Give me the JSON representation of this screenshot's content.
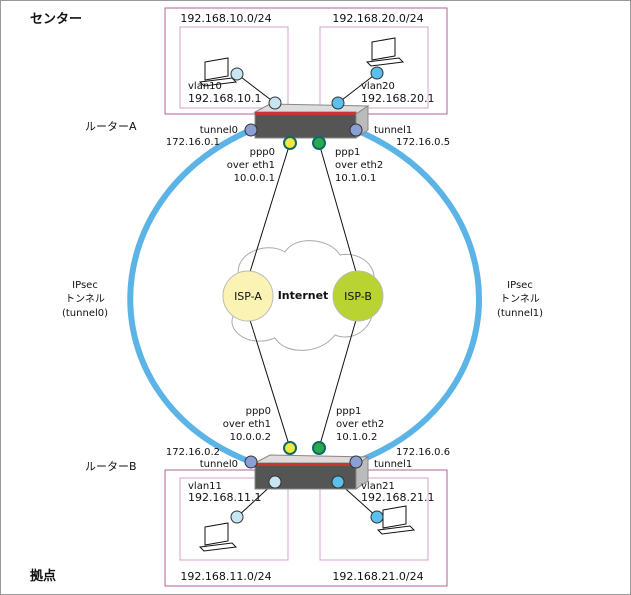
{
  "sites": {
    "center": "センター",
    "branch": "拠点"
  },
  "routers": {
    "a": {
      "label": "ルーターA",
      "tunnel0": "tunnel0",
      "tunnel0_ip": "172.16.0.1",
      "tunnel1": "tunnel1",
      "tunnel1_ip": "172.16.0.5",
      "ppp0": [
        "ppp0",
        "over eth1",
        "10.0.0.1"
      ],
      "ppp1": [
        "ppp1",
        "over eth2",
        "10.1.0.1"
      ]
    },
    "b": {
      "label": "ルーターB",
      "tunnel0": "tunnel0",
      "tunnel0_ip": "172.16.0.2",
      "tunnel1": "tunnel1",
      "tunnel1_ip": "172.16.0.6",
      "ppp0": [
        "ppp0",
        "over eth1",
        "10.0.0.2"
      ],
      "ppp1": [
        "ppp1",
        "over eth2",
        "10.1.0.2"
      ]
    }
  },
  "lans": {
    "vlan10": {
      "net": "192.168.10.0/24",
      "name": "vlan10",
      "ip": "192.168.10.1"
    },
    "vlan20": {
      "net": "192.168.20.0/24",
      "name": "vlan20",
      "ip": "192.168.20.1"
    },
    "vlan11": {
      "net": "192.168.11.0/24",
      "name": "vlan11",
      "ip": "192.168.11.1"
    },
    "vlan21": {
      "net": "192.168.21.0/24",
      "name": "vlan21",
      "ip": "192.168.21.1"
    }
  },
  "tunnels": {
    "left": [
      "IPsec",
      "トンネル",
      "(tunnel0)"
    ],
    "right": [
      "IPsec",
      "トンネル",
      "(tunnel1)"
    ]
  },
  "isp": {
    "a": "ISP-A",
    "b": "ISP-B",
    "internet": "Internet"
  },
  "colors": {
    "tunnel": "#5cb4e6",
    "tunnel_port": "#8a9fd4",
    "ppp0": "#f5e642",
    "ppp1": "#2ea84a",
    "box": "#b0609a"
  }
}
